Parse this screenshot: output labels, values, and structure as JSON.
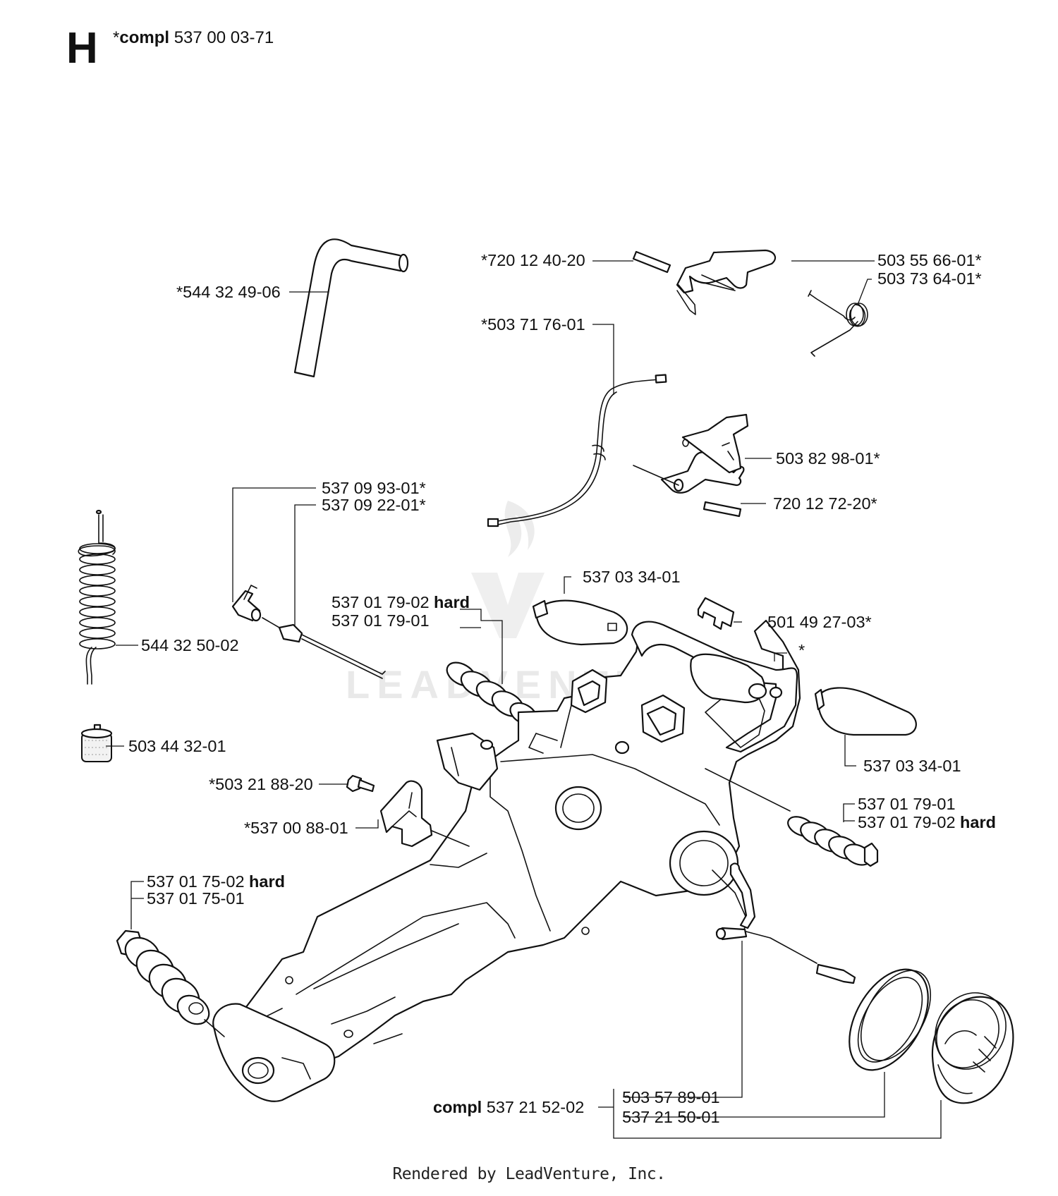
{
  "header": {
    "section_letter": "H",
    "compl_prefix": "*",
    "compl_keyword": "compl",
    "compl_number": "537 00 03-71"
  },
  "labels": {
    "hose": "*544 32 49-06",
    "pin_top": "*720 12 40-20",
    "throttle_lockout": "503 55 66-01*",
    "spring_lockout": "503 73 64-01*",
    "throttle_cable": "*503 71 76-01",
    "throttle_trigger": "503 82 98-01*",
    "pin_trigger": "720 12 72-20*",
    "fuel_hose_coil": "544 32 50-02",
    "fuel_filter": "503 44 32-01",
    "nipple_1": "537 09 93-01*",
    "nipple_2": "537 09 22-01*",
    "cover_top": "537 03 34-01",
    "av_spring_left_hard": "537 01 79-02",
    "av_spring_left_hard_kw": "hard",
    "av_spring_left": "537 01 79-01",
    "clip": "501 49 27-03*",
    "tank_star": "*",
    "cover_right": "537 03 34-01",
    "screw": "*503 21 88-20",
    "bracket": "*537 00 88-01",
    "av_spring_right": "537 01 79-01",
    "av_spring_right_hard": "537 01 79-02",
    "av_spring_right_hard_kw": "hard",
    "av_spring_bottom_hard": "537 01 75-02",
    "av_spring_bottom_hard_kw": "hard",
    "av_spring_bottom": "537 01 75-01",
    "cap_compl_kw": "compl",
    "cap_compl": "537 21 52-02",
    "cap_part_1": "503 57 89-01",
    "cap_part_2": "537 21 50-01"
  },
  "watermark": "LEADVENTURE",
  "footer": "Rendered by LeadVenture, Inc."
}
